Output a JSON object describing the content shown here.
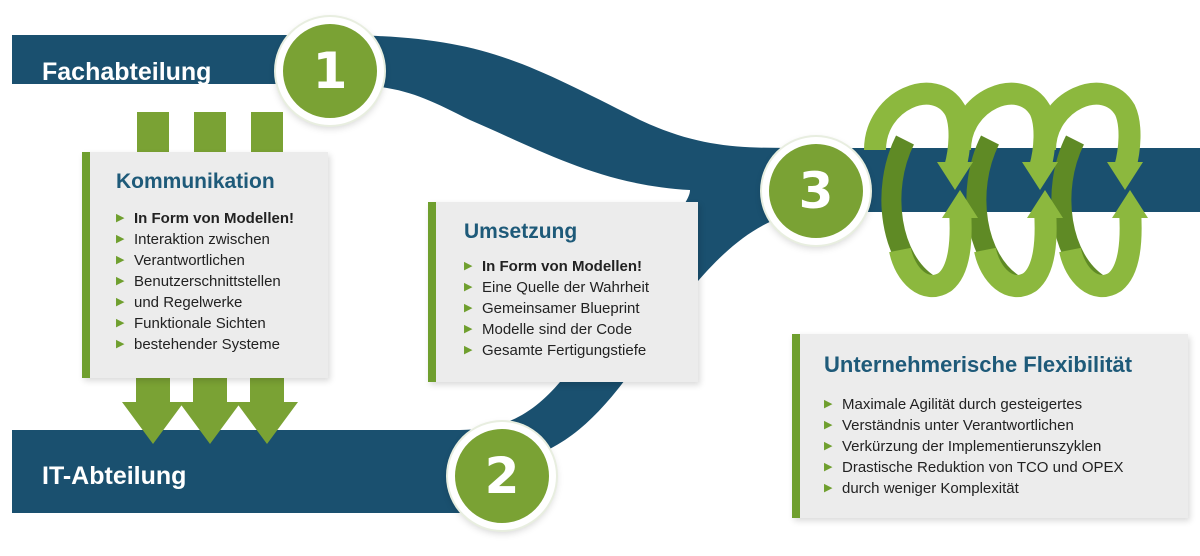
{
  "labels": {
    "top": "Fachabteilung",
    "bottom": "IT-Abteilung"
  },
  "steps": [
    "1",
    "2",
    "3"
  ],
  "boxes": {
    "kommunikation": {
      "title": "Kommunikation",
      "items": [
        "In Form von Modellen!",
        "Interaktion zwischen",
        "Verantwortlichen",
        "Benutzerschnittstellen",
        "und Regelwerke",
        "Funktionale Sichten",
        "bestehender Systeme"
      ]
    },
    "umsetzung": {
      "title": "Umsetzung",
      "items": [
        "In Form von Modellen!",
        "Eine Quelle der Wahrheit",
        "Gemeinsamer Blueprint",
        "Modelle sind der Code",
        "Gesamte Fertigungstiefe"
      ]
    },
    "flexibilitaet": {
      "title": "Unternehmerische Flexibilität",
      "items": [
        "Maximale Agilität durch gesteigertes",
        "Verständnis unter Verantwortlichen",
        "Verkürzung der Implementierunszyklen",
        "Drastische Reduktion von TCO und OPEX",
        "durch weniger Komplexität"
      ]
    }
  },
  "colors": {
    "band": "#1a506f",
    "green": "#7aa234",
    "green_light": "#8cb83e",
    "box_bg": "#ececec",
    "title": "#1e5a79"
  }
}
